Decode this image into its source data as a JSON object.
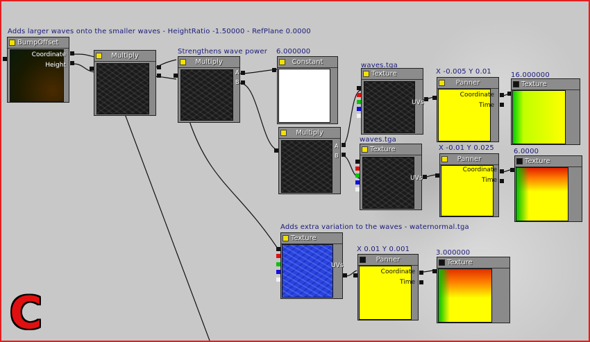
{
  "comments": {
    "bump": "Adds larger waves onto the smaller waves - HeightRatio -1.50000 - RefPlane 0.0000",
    "strength": "Strengthens wave power",
    "variation": "Adds extra variation to the waves - waternormal.tga",
    "const_value": "6.000000",
    "waves1": "waves.tga",
    "waves2": "waves.tga",
    "panner1_speed": "X -0.005 Y 0.01",
    "panner2_speed": "X -0.01 Y 0.025",
    "panner3_speed": "X 0.01 Y 0.001",
    "texcoord1_value": "16.000000",
    "texcoord2_value": "6.0000",
    "texcoord3_value": "3.000000"
  },
  "nodes": {
    "bumpoffset": {
      "title": "BumpOffset",
      "in1": "Coordinate",
      "in2": "Height"
    },
    "multiply1": {
      "title": "Multiply"
    },
    "multiply2": {
      "title": "Multiply",
      "in_a": "A",
      "in_b": "B"
    },
    "constant": {
      "title": "Constant"
    },
    "multiply3": {
      "title": "Multiply",
      "in_a": "A",
      "in_b": "B"
    },
    "texsample1": {
      "title": "Texture Sample",
      "in": "UVs"
    },
    "texsample2": {
      "title": "Texture Sample",
      "in": "UVs"
    },
    "texsample3": {
      "title": "Texture Sample",
      "in": "UVs"
    },
    "panner1": {
      "title": "Panner",
      "in1": "Coordinate",
      "in2": "Time"
    },
    "panner2": {
      "title": "Panner",
      "in1": "Coordinate",
      "in2": "Time"
    },
    "panner3": {
      "title": "Panner",
      "in1": "Coordinate",
      "in2": "Time"
    },
    "texcoord1": {
      "title": "Texture Coordinate"
    },
    "texcoord2": {
      "title": "Texture Coordinate"
    },
    "texcoord3": {
      "title": "Texture Coordinate"
    }
  },
  "logo_letter": "C",
  "colors": {
    "border": "#e02020",
    "comment": "#1a1a7a",
    "node_header": "#8c8c8c",
    "yellow_preview": "#ffff00"
  }
}
